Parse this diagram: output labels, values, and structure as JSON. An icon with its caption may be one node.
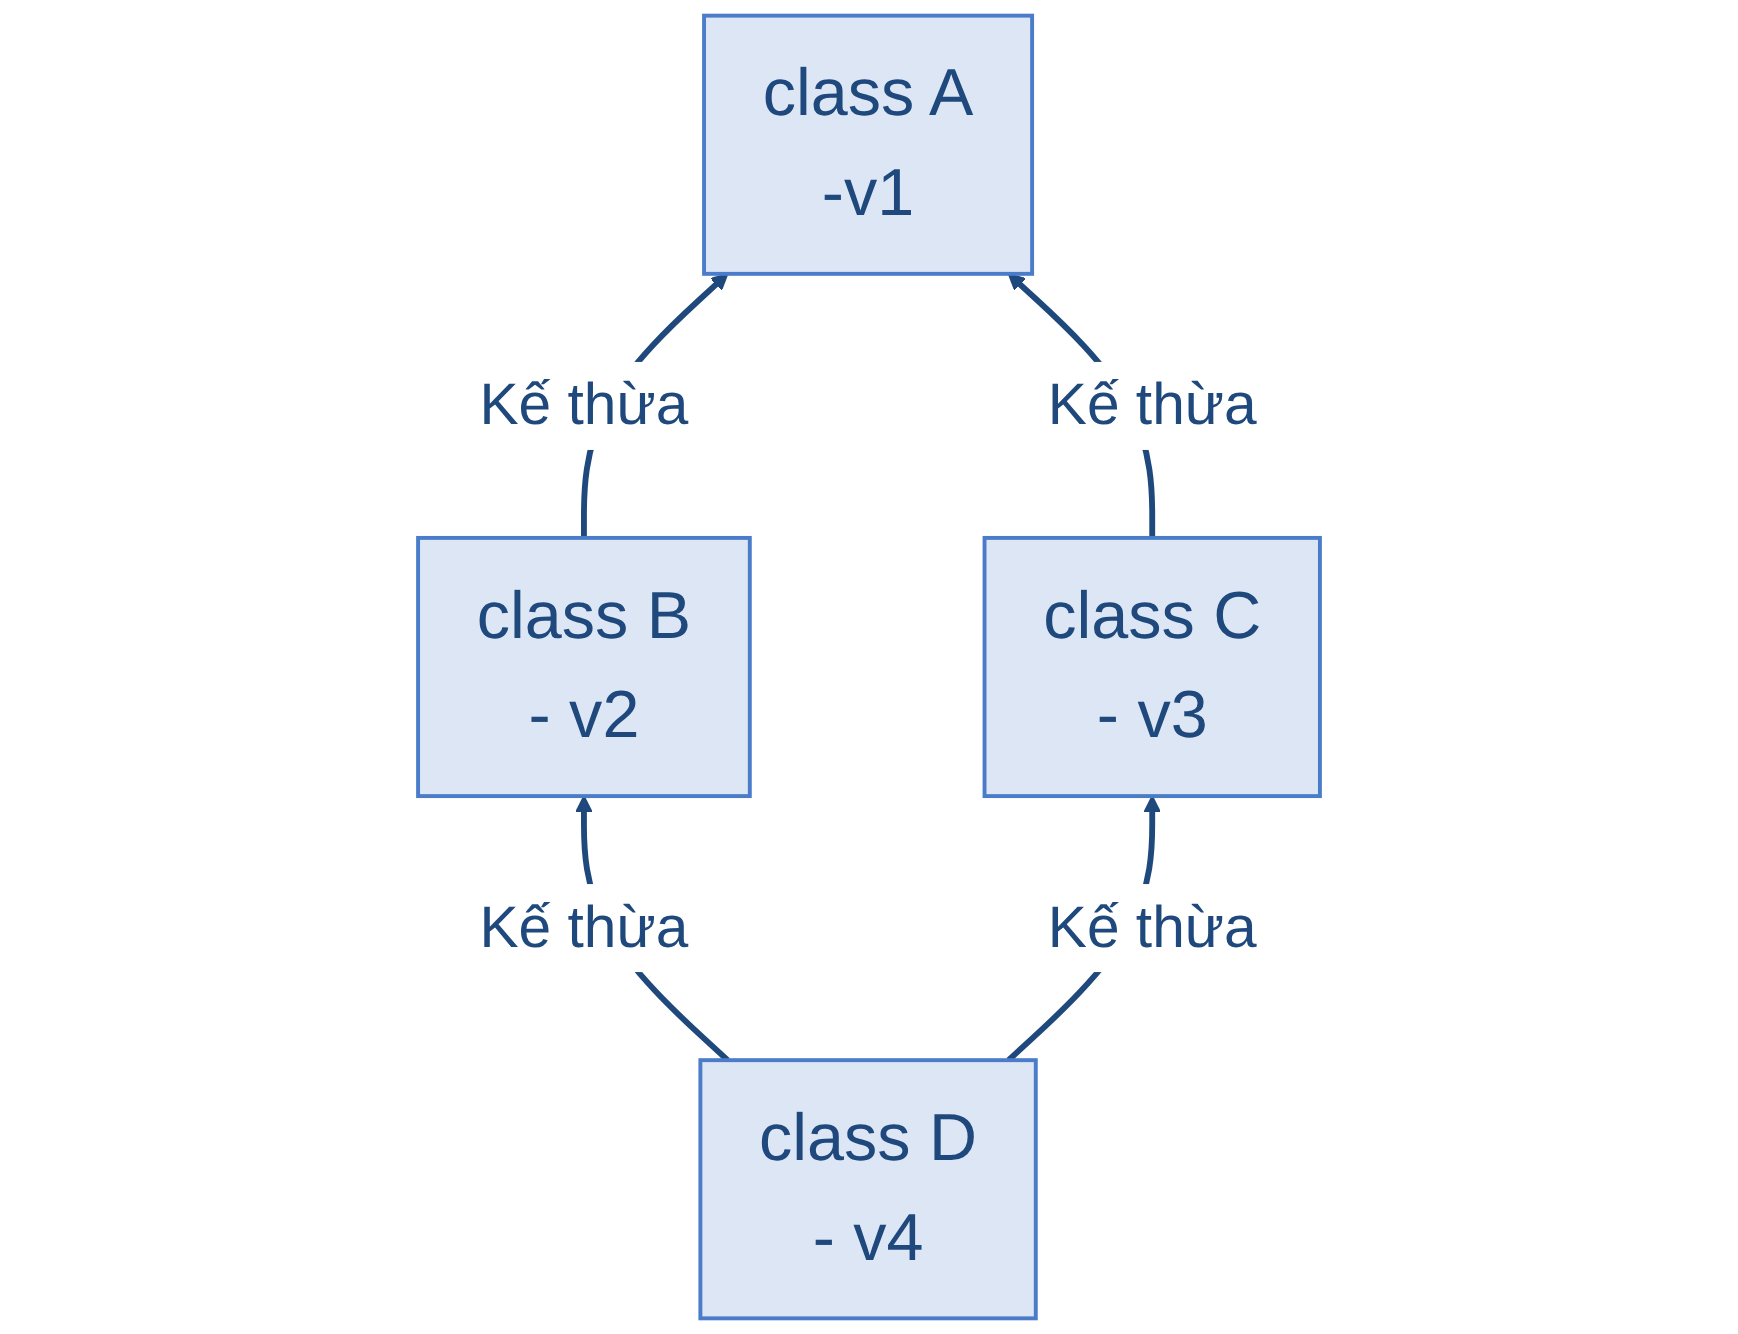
{
  "diagram": {
    "nodes": [
      {
        "text": [
          "class A",
          "-v1"
        ]
      },
      {
        "text": [
          "class B",
          "- v2"
        ]
      },
      {
        "text": [
          "class C",
          "- v3"
        ]
      },
      {
        "text": [
          "class D",
          "- v4"
        ]
      }
    ],
    "edges": [
      {
        "from": 1,
        "to": 0,
        "arrow": "to",
        "label": "Kế thừa"
      },
      {
        "from": 2,
        "to": 0,
        "arrow": "to",
        "label": "Kế thừa"
      },
      {
        "from": 3,
        "to": 1,
        "arrow": "to",
        "label": "Kế thừa"
      },
      {
        "from": 3,
        "to": 2,
        "arrow": "to",
        "label": "Kế thừa"
      }
    ]
  }
}
